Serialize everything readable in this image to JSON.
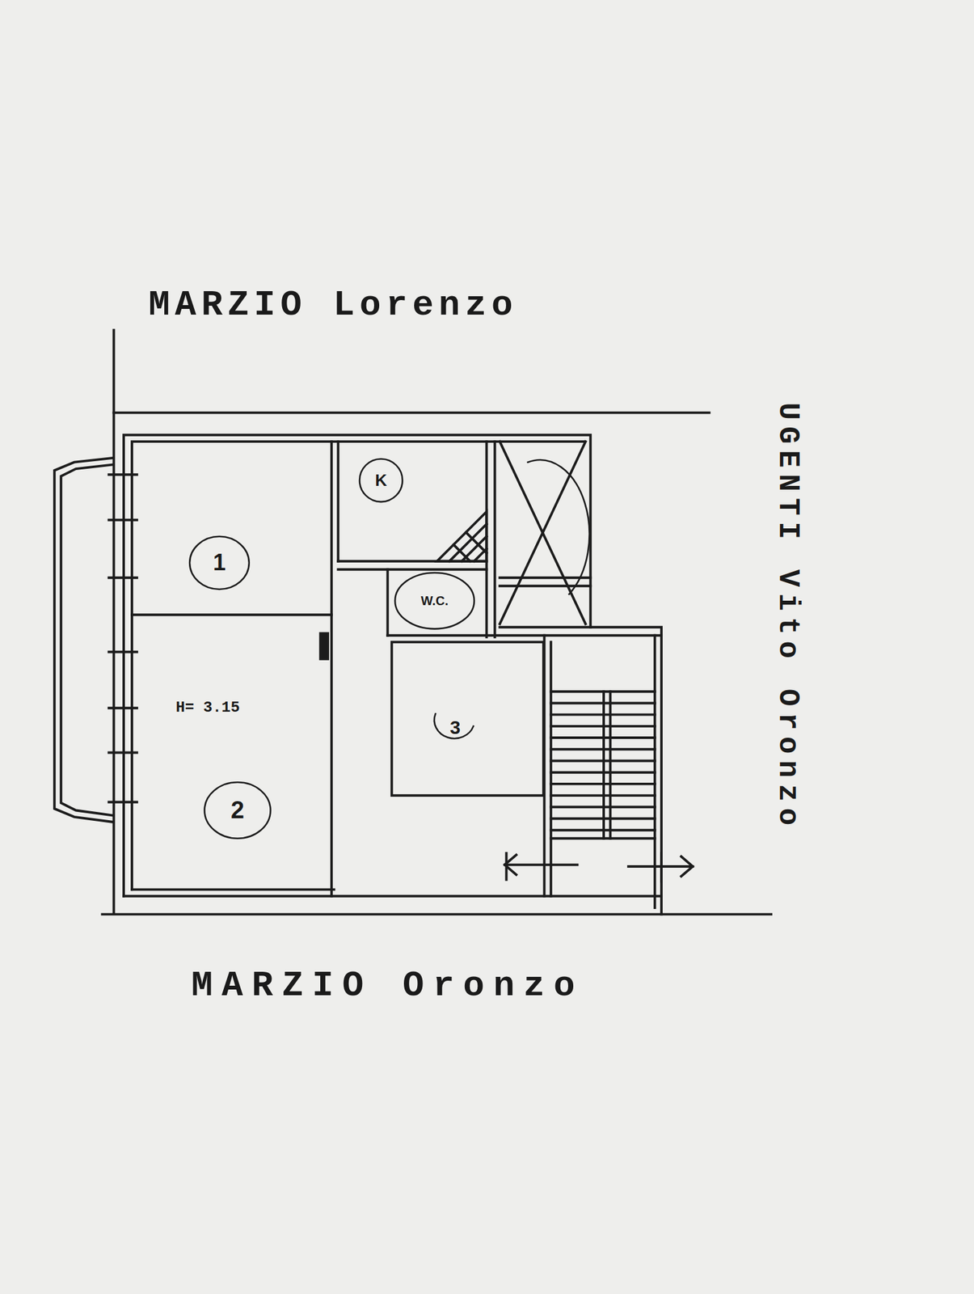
{
  "diagram": {
    "labels": [
      "MARZIO Lorenzo",
      "UGENTI Vito Oronzo",
      "1",
      "K",
      "W.C.",
      "H= 3.15",
      "3",
      "2",
      "MARZIO Oronzo"
    ]
  }
}
